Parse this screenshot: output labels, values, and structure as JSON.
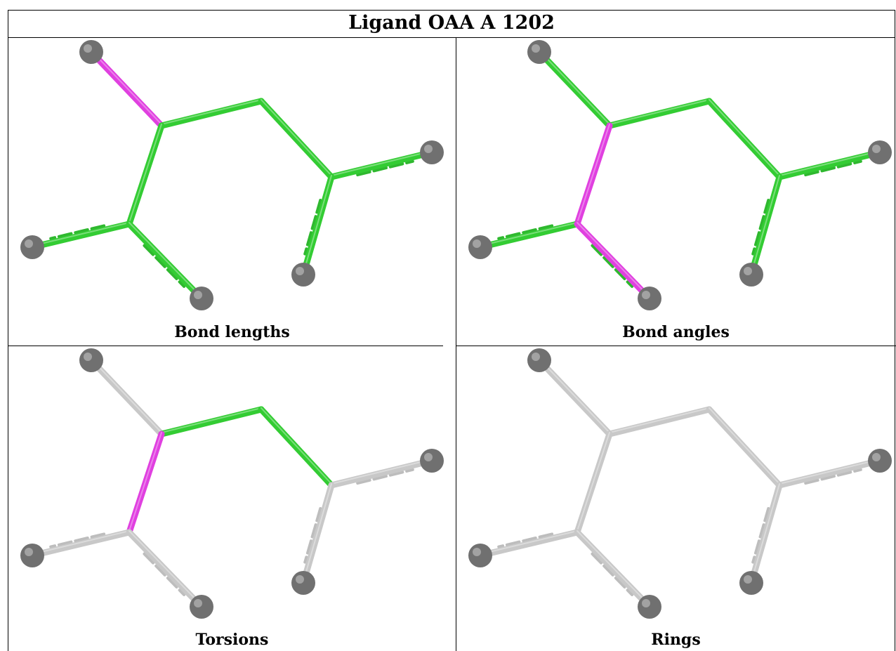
{
  "title": "Ligand OAA A 1202",
  "panels": [
    {
      "key": "bond-lengths",
      "caption": "Bond lengths",
      "highlight": {
        "O1-C1": "#e040e0"
      },
      "default_color": "#33cc33",
      "ghost": true
    },
    {
      "key": "bond-angles",
      "caption": "Bond angles",
      "highlight": {
        "C1-C2": "#e040e0",
        "C2-O3": "#e040e0"
      },
      "default_color": "#33cc33",
      "ghost": true
    },
    {
      "key": "torsions",
      "caption": "Torsions",
      "highlight": {
        "C1-C2": "#e040e0",
        "C1-CH": "#33cc33",
        "CH-C3": "#33cc33"
      },
      "default_color": "#c8c8c8",
      "ghost": true
    },
    {
      "key": "rings",
      "caption": "Rings",
      "highlight": {},
      "default_color": "#c8c8c8",
      "ghost": true
    }
  ],
  "colors": {
    "green": "#33cc33",
    "magenta": "#e040e0",
    "grey_bond": "#c8c8c8",
    "atom": "#707070"
  }
}
